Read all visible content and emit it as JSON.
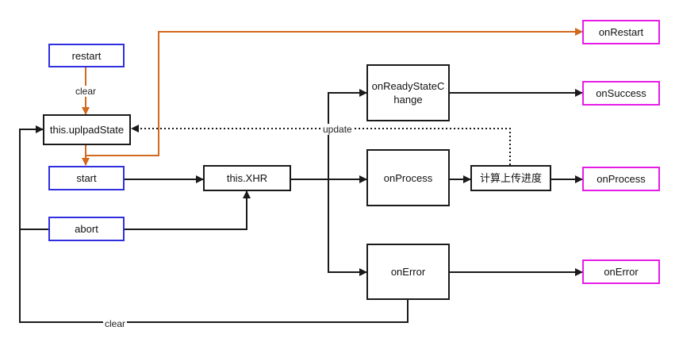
{
  "nodes": {
    "restart": "restart",
    "upload_state": "this.uplpadState",
    "start": "start",
    "abort": "abort",
    "xhr": "this.XHR",
    "on_ready_state_change": "onReadyStateChange",
    "on_process": "onProcess",
    "calc_progress": "计算上传进度",
    "on_error": "onError",
    "out_on_restart": "onRestart",
    "out_on_success": "onSuccess",
    "out_on_process": "onProcess",
    "out_on_error": "onError"
  },
  "edge_labels": {
    "clear_top": "clear",
    "update": "update",
    "clear_bottom": "clear"
  },
  "colors": {
    "input_border": "#2f2fe0",
    "output_border": "#e61ce6",
    "restart_path": "#d2691e",
    "line": "#1a1a1a"
  }
}
